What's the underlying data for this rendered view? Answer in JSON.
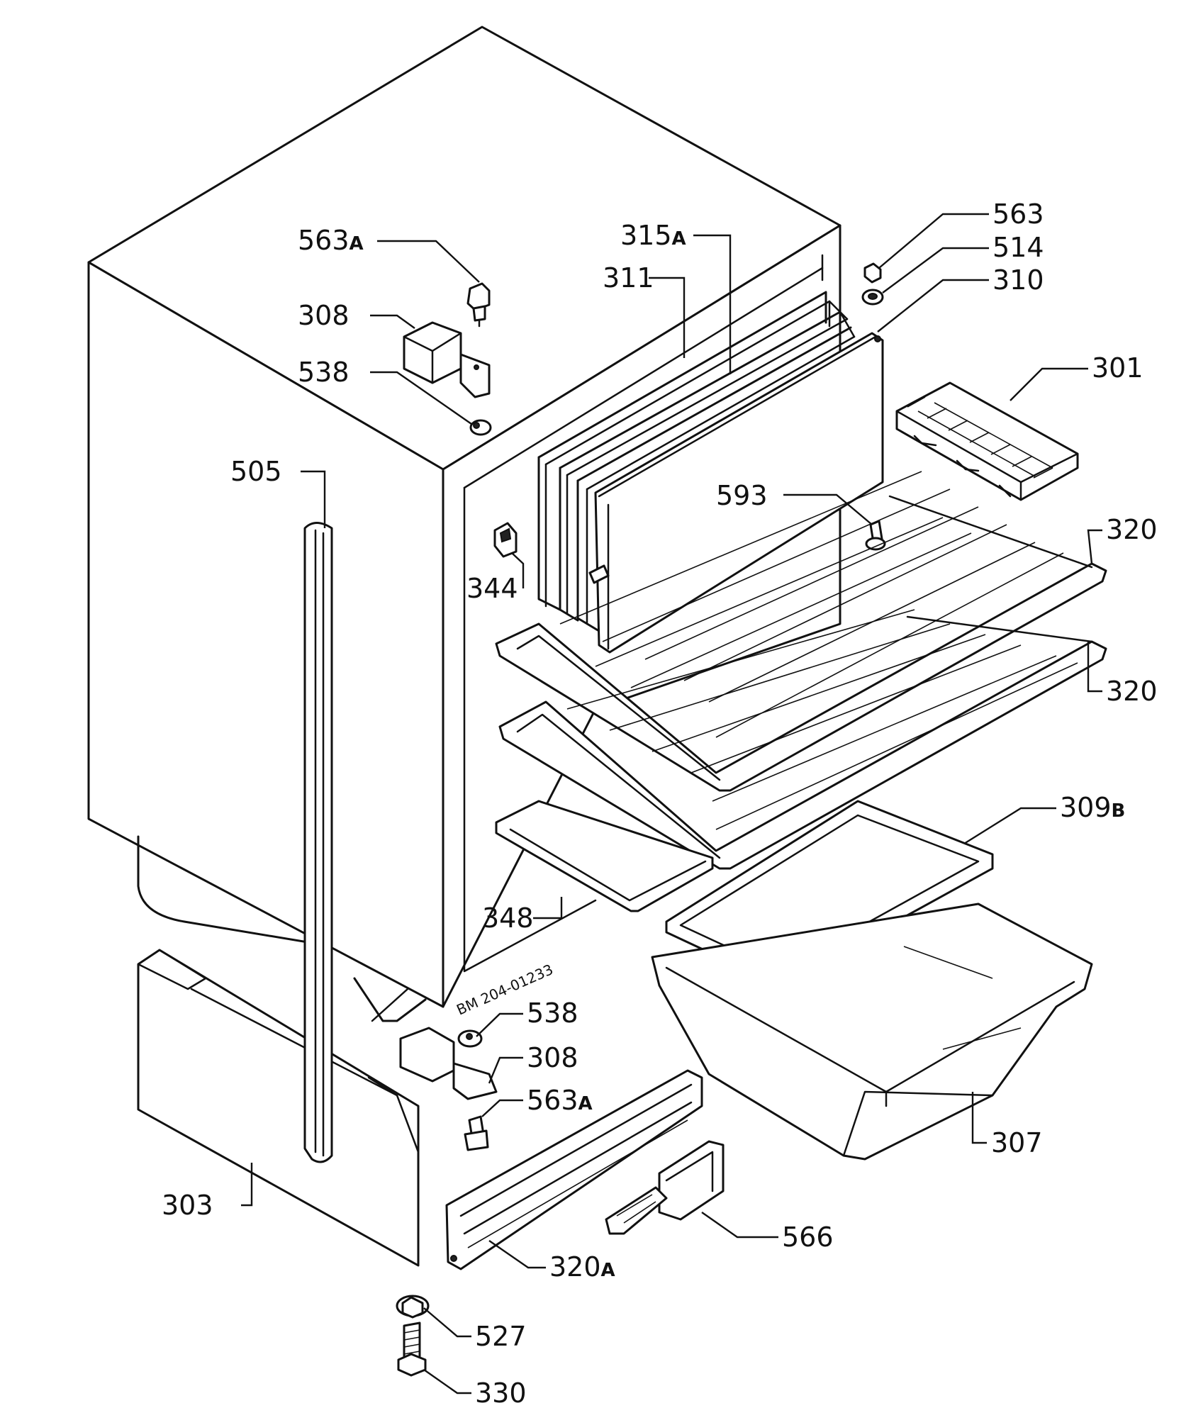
{
  "drawing_code": "BM 204-01233",
  "callouts": [
    {
      "key": "c563a_top",
      "num": "563",
      "suffix": "A"
    },
    {
      "key": "c308_top",
      "num": "308",
      "suffix": ""
    },
    {
      "key": "c538_top",
      "num": "538",
      "suffix": ""
    },
    {
      "key": "c505",
      "num": "505",
      "suffix": ""
    },
    {
      "key": "c315a",
      "num": "315",
      "suffix": "A"
    },
    {
      "key": "c311",
      "num": "311",
      "suffix": ""
    },
    {
      "key": "c563",
      "num": "563",
      "suffix": ""
    },
    {
      "key": "c514",
      "num": "514",
      "suffix": ""
    },
    {
      "key": "c310",
      "num": "310",
      "suffix": ""
    },
    {
      "key": "c301",
      "num": "301",
      "suffix": ""
    },
    {
      "key": "c593",
      "num": "593",
      "suffix": ""
    },
    {
      "key": "c344",
      "num": "344",
      "suffix": ""
    },
    {
      "key": "c320_a",
      "num": "320",
      "suffix": ""
    },
    {
      "key": "c320_b",
      "num": "320",
      "suffix": ""
    },
    {
      "key": "c309b",
      "num": "309",
      "suffix": "B"
    },
    {
      "key": "c348",
      "num": "348",
      "suffix": ""
    },
    {
      "key": "c538_bot",
      "num": "538",
      "suffix": ""
    },
    {
      "key": "c308_bot",
      "num": "308",
      "suffix": ""
    },
    {
      "key": "c563a_bot",
      "num": "563",
      "suffix": "A"
    },
    {
      "key": "c307",
      "num": "307",
      "suffix": ""
    },
    {
      "key": "c303",
      "num": "303",
      "suffix": ""
    },
    {
      "key": "c566",
      "num": "566",
      "suffix": ""
    },
    {
      "key": "c320a",
      "num": "320",
      "suffix": "A"
    },
    {
      "key": "c527",
      "num": "527",
      "suffix": ""
    },
    {
      "key": "c330",
      "num": "330",
      "suffix": ""
    }
  ]
}
